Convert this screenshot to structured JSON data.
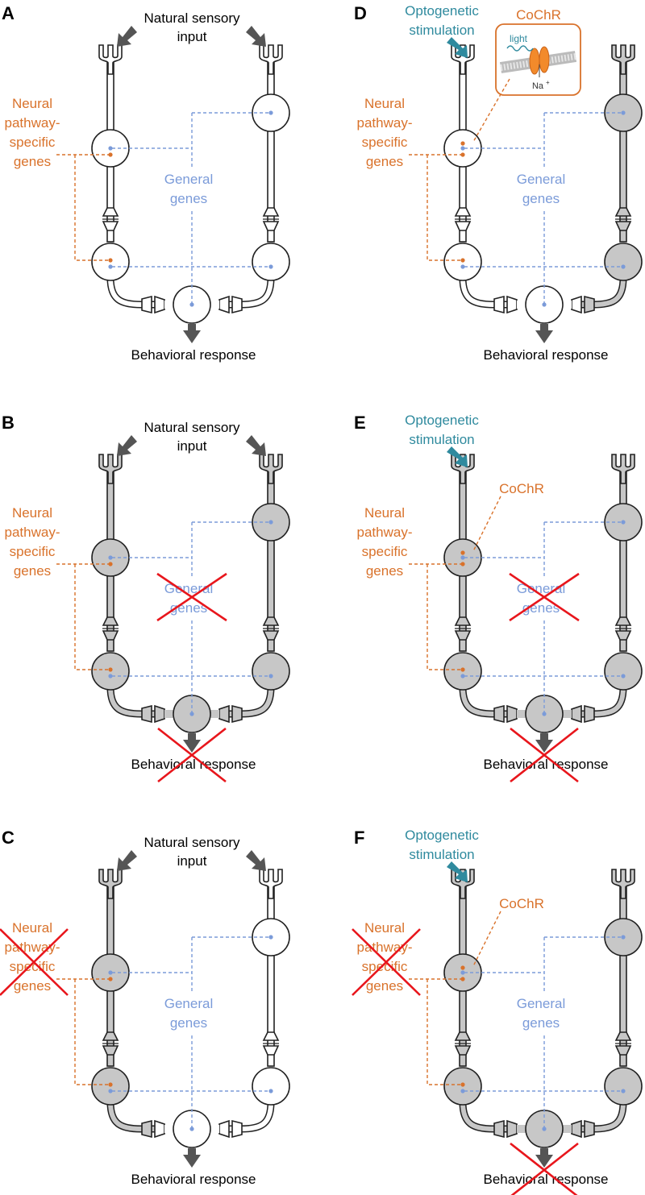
{
  "colors": {
    "orange": "#d9722b",
    "blue": "#7b9bd9",
    "teal": "#2f8a9e",
    "red": "#e8161c",
    "gray_fill": "#c7c7c7",
    "arrow_gray": "#555555"
  },
  "texts": {
    "natural_line1": "Natural sensory",
    "natural_line2": "input",
    "behavioral": "Behavioral response",
    "neural_line1": "Neural",
    "neural_line2": "pathway-",
    "neural_line3": "specific",
    "neural_line4": "genes",
    "general_line1": "General",
    "general_line2": "genes",
    "opto_line1": "Optogenetic",
    "opto_line2": "stimulation",
    "cochr": "CoChR",
    "light": "light",
    "na": "Na",
    "na_sup": "+"
  },
  "panels": [
    {
      "label": "A",
      "input": "natural",
      "left_filled": false,
      "right_filled": false,
      "center_filled": false,
      "x_general": false,
      "x_behavior": false,
      "x_neural": false,
      "cochr": "none"
    },
    {
      "label": "B",
      "input": "natural",
      "left_filled": true,
      "right_filled": true,
      "center_filled": true,
      "x_general": true,
      "x_behavior": true,
      "x_neural": false,
      "cochr": "none"
    },
    {
      "label": "C",
      "input": "natural",
      "left_filled": true,
      "right_filled": false,
      "center_filled": false,
      "x_general": false,
      "x_behavior": false,
      "x_neural": true,
      "cochr": "none"
    },
    {
      "label": "D",
      "input": "opto",
      "left_filled": false,
      "right_filled": true,
      "center_filled": false,
      "x_general": false,
      "x_behavior": false,
      "x_neural": false,
      "cochr": "box"
    },
    {
      "label": "E",
      "input": "opto",
      "left_filled": true,
      "right_filled": true,
      "center_filled": true,
      "x_general": true,
      "x_behavior": true,
      "x_neural": false,
      "cochr": "label"
    },
    {
      "label": "F",
      "input": "opto",
      "left_filled": true,
      "right_filled": true,
      "center_filled": true,
      "x_general": false,
      "x_behavior": true,
      "x_neural": true,
      "cochr": "label"
    }
  ]
}
